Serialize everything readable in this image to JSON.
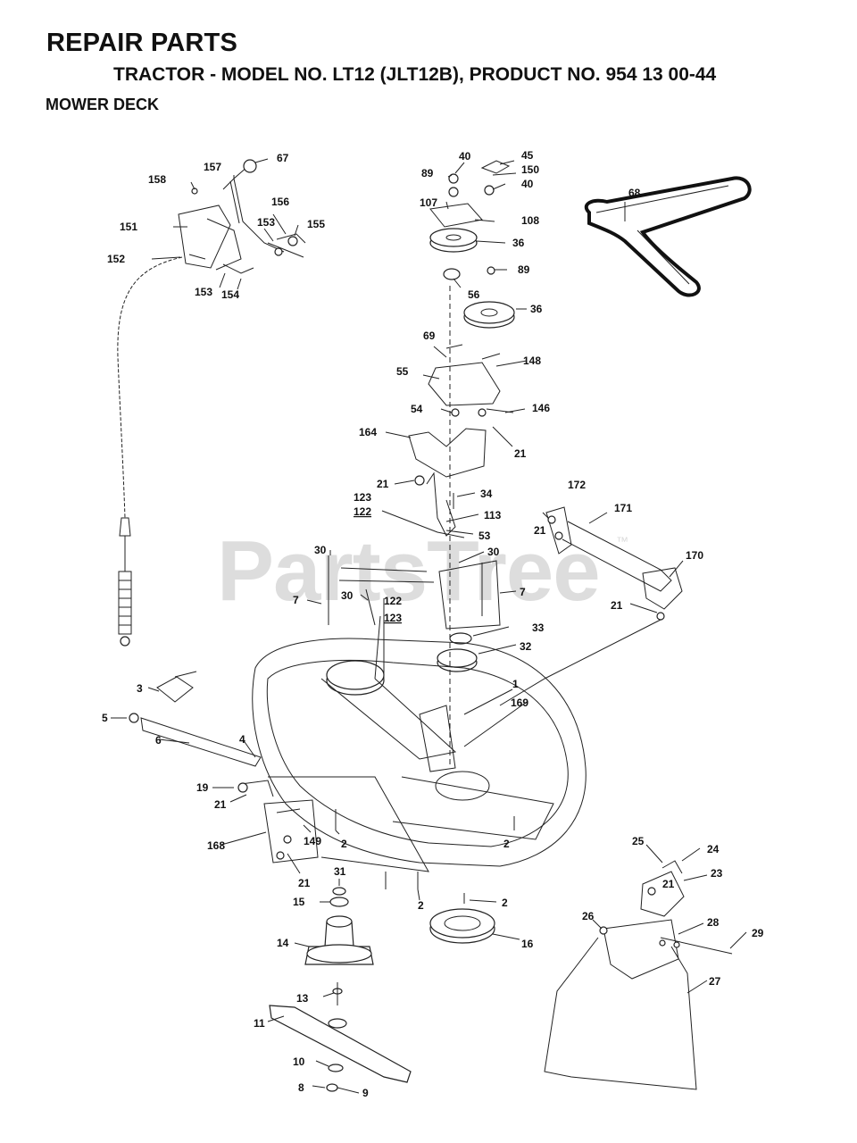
{
  "header": {
    "title": "REPAIR PARTS",
    "subtitle": "TRACTOR - MODEL NO. LT12 (JLT12B), PRODUCT NO. 954 13 00-44",
    "section": "MOWER DECK"
  },
  "watermark": {
    "text": "PartsTree",
    "mark": "™"
  },
  "callouts": [
    {
      "num": "67"
    },
    {
      "num": "157"
    },
    {
      "num": "158"
    },
    {
      "num": "156"
    },
    {
      "num": "153"
    },
    {
      "num": "155"
    },
    {
      "num": "151"
    },
    {
      "num": "152"
    },
    {
      "num": "153"
    },
    {
      "num": "154"
    },
    {
      "num": "40"
    },
    {
      "num": "89"
    },
    {
      "num": "45"
    },
    {
      "num": "150"
    },
    {
      "num": "40"
    },
    {
      "num": "107"
    },
    {
      "num": "108"
    },
    {
      "num": "36"
    },
    {
      "num": "89"
    },
    {
      "num": "56"
    },
    {
      "num": "36"
    },
    {
      "num": "68"
    },
    {
      "num": "69"
    },
    {
      "num": "55"
    },
    {
      "num": "148"
    },
    {
      "num": "54"
    },
    {
      "num": "146"
    },
    {
      "num": "164"
    },
    {
      "num": "21"
    },
    {
      "num": "21"
    },
    {
      "num": "34"
    },
    {
      "num": "123"
    },
    {
      "num": "122"
    },
    {
      "num": "113"
    },
    {
      "num": "53"
    },
    {
      "num": "172"
    },
    {
      "num": "171"
    },
    {
      "num": "21"
    },
    {
      "num": "170"
    },
    {
      "num": "21"
    },
    {
      "num": "30"
    },
    {
      "num": "30"
    },
    {
      "num": "7"
    },
    {
      "num": "30"
    },
    {
      "num": "122"
    },
    {
      "num": "123"
    },
    {
      "num": "7"
    },
    {
      "num": "33"
    },
    {
      "num": "32"
    },
    {
      "num": "1"
    },
    {
      "num": "169"
    },
    {
      "num": "3"
    },
    {
      "num": "5"
    },
    {
      "num": "6"
    },
    {
      "num": "4"
    },
    {
      "num": "19"
    },
    {
      "num": "21"
    },
    {
      "num": "168"
    },
    {
      "num": "149"
    },
    {
      "num": "2"
    },
    {
      "num": "21"
    },
    {
      "num": "2"
    },
    {
      "num": "31"
    },
    {
      "num": "15"
    },
    {
      "num": "2"
    },
    {
      "num": "2"
    },
    {
      "num": "16"
    },
    {
      "num": "25"
    },
    {
      "num": "24"
    },
    {
      "num": "21"
    },
    {
      "num": "23"
    },
    {
      "num": "26"
    },
    {
      "num": "28"
    },
    {
      "num": "29"
    },
    {
      "num": "27"
    },
    {
      "num": "14"
    },
    {
      "num": "13"
    },
    {
      "num": "11"
    },
    {
      "num": "10"
    },
    {
      "num": "8"
    },
    {
      "num": "9"
    }
  ]
}
